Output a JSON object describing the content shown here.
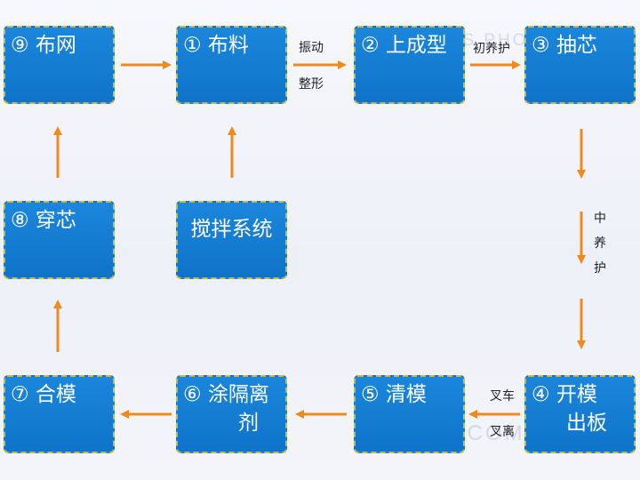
{
  "watermark": {
    "top": "NEWS PHOTO",
    "bottom": "MANA COMPANY"
  },
  "steps": {
    "s9": "⑨ 布网",
    "s1": "① 布料",
    "s2": "② 上成型",
    "s3": "③ 抽芯",
    "s8": "⑧ 穿芯",
    "mixing": "搅拌系统",
    "s7": "⑦ 合模",
    "s6_line1": "⑥ 涂隔离",
    "s6_line2": "剂",
    "s5": "⑤ 清模",
    "s4_line1": "④ 开模",
    "s4_line2": "出板"
  },
  "labels": {
    "vibrate_1": "振动",
    "vibrate_2": "整形",
    "initial_curing": "初养护",
    "mid_curing": "中养护",
    "forklift_1": "叉车",
    "forklift_2": "叉离"
  },
  "colors": {
    "box": "#1279cf",
    "arrow": "#f08a1c",
    "border": "#c9b84a"
  }
}
